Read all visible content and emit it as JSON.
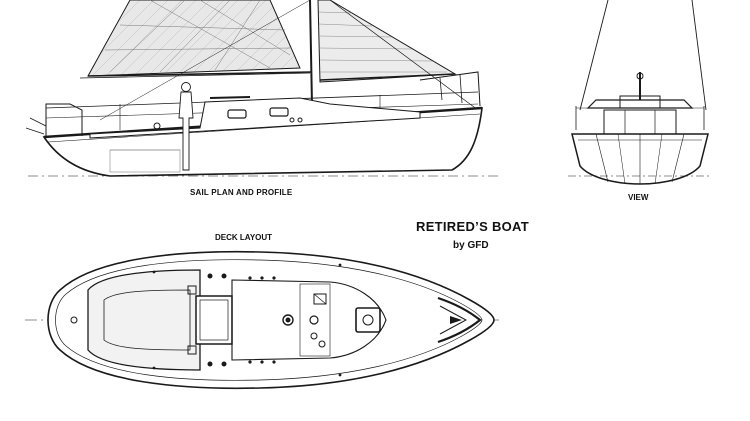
{
  "labels": {
    "profile": "SAIL PLAN AND PROFILE",
    "view": "VIEW",
    "deck": "DECK LAYOUT",
    "title": "RETIRED’S BOAT",
    "subtitle": "by GFD"
  },
  "colors": {
    "ink": "#1a1a1a",
    "sail_fill": "#e6e6e6",
    "paper": "#ffffff"
  }
}
